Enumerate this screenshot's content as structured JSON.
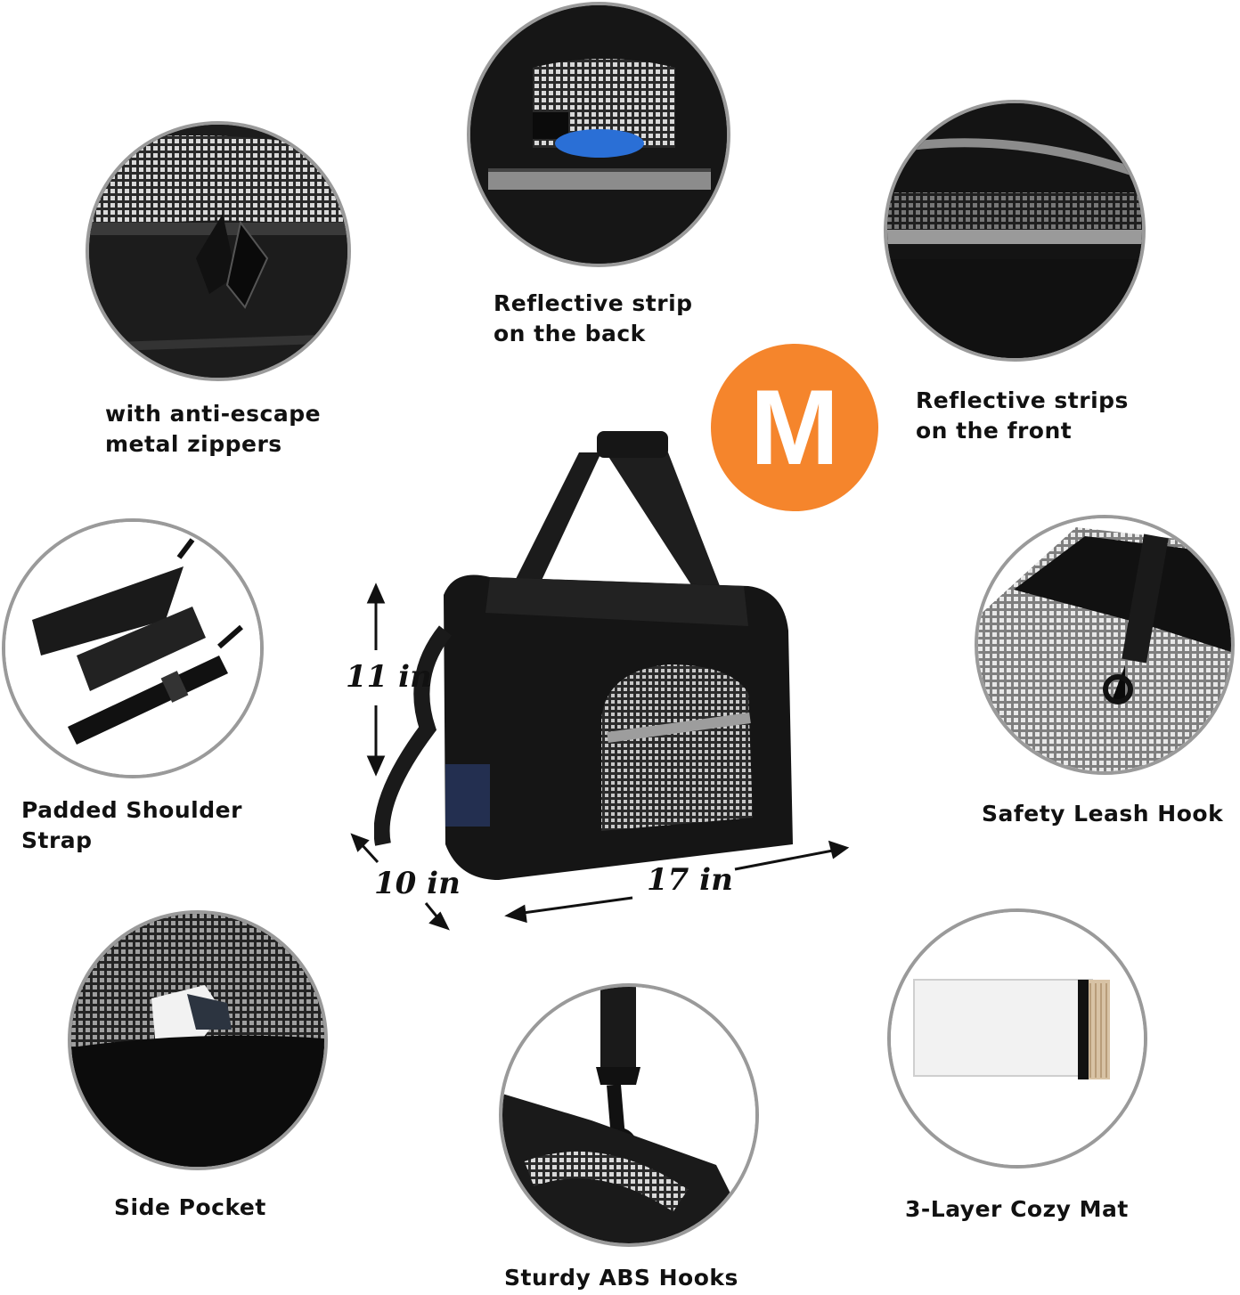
{
  "size_badge": {
    "label": "M",
    "color": "#f5852c"
  },
  "features": [
    {
      "id": "zippers",
      "caption": "with anti-escape\nmetal zippers",
      "icon": "zipper-photo"
    },
    {
      "id": "reflective_back",
      "caption": "Reflective strip\non the back",
      "icon": "back-pocket-photo"
    },
    {
      "id": "reflective_front",
      "caption": "Reflective strips\non the  front",
      "icon": "front-window-photo"
    },
    {
      "id": "shoulder_strap",
      "caption": "Padded Shoulder\nStrap",
      "icon": "strap-photo"
    },
    {
      "id": "leash_hook",
      "caption": "Safety Leash Hook",
      "icon": "leash-hook-photo"
    },
    {
      "id": "side_pocket",
      "caption": "Side Pocket",
      "icon": "side-pocket-photo"
    },
    {
      "id": "abs_hooks",
      "caption": "Sturdy ABS Hooks",
      "icon": "abs-hook-photo"
    },
    {
      "id": "cozy_mat",
      "caption": "3-Layer Cozy Mat",
      "icon": "mat-photo"
    }
  ],
  "dimensions": {
    "height": "11 in",
    "depth": "10 in",
    "width": "17 in"
  }
}
